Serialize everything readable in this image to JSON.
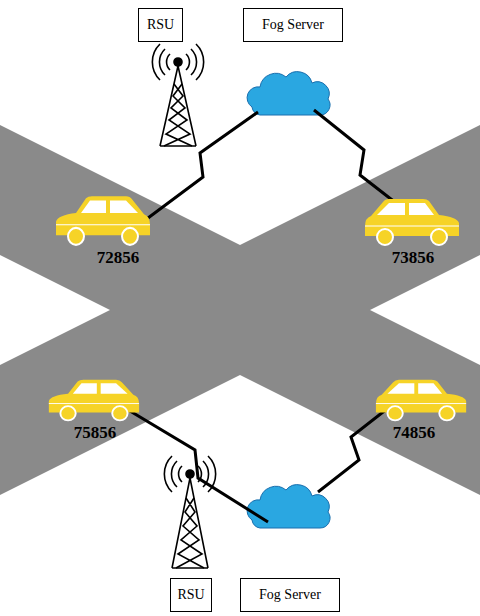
{
  "diagram": {
    "nodes": [
      {
        "text": [
          "RSU"
        ]
      },
      {
        "text": [
          "Fog Server"
        ]
      },
      {
        "text": [
          "72856"
        ]
      },
      {
        "text": [
          "73856"
        ]
      },
      {
        "text": [
          "75856"
        ]
      },
      {
        "text": [
          "74856"
        ]
      },
      {
        "text": [
          "RSU"
        ]
      },
      {
        "text": [
          "Fog Server"
        ]
      }
    ]
  }
}
